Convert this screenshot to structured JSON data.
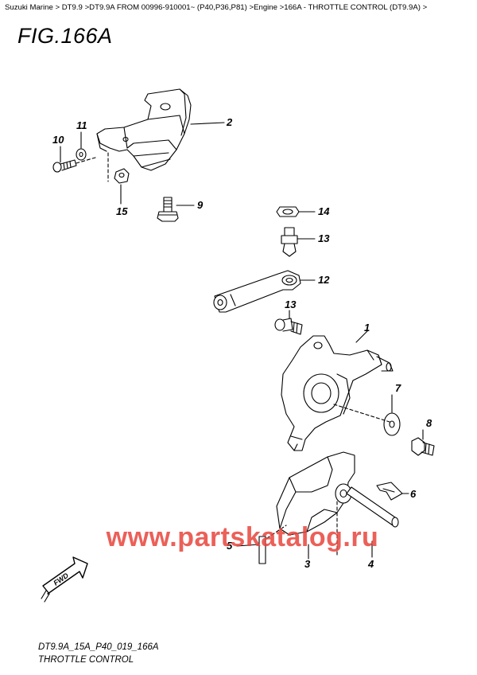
{
  "breadcrumb": {
    "items": [
      "Suzuki Marine",
      "DT9.9",
      "DT9.9A FROM 00996-910001~ (P40,P36,P81)",
      "Engine",
      "166A - THROTTLE CONTROL (DT9.9A)"
    ],
    "separator": ">"
  },
  "figure": {
    "title": "FIG.166A"
  },
  "callouts": [
    "1",
    "2",
    "3",
    "4",
    "5",
    "6",
    "7",
    "8",
    "9",
    "10",
    "11",
    "12",
    "13",
    "13",
    "14",
    "15"
  ],
  "badge": {
    "label": "FWD"
  },
  "watermark": {
    "text": "www.partskatalog.ru"
  },
  "footer": {
    "code": "DT9.9A_15A_P40_019_166A",
    "caption": "THROTTLE CONTROL"
  },
  "colors": {
    "watermark": "#e8453c",
    "line": "#000000"
  }
}
